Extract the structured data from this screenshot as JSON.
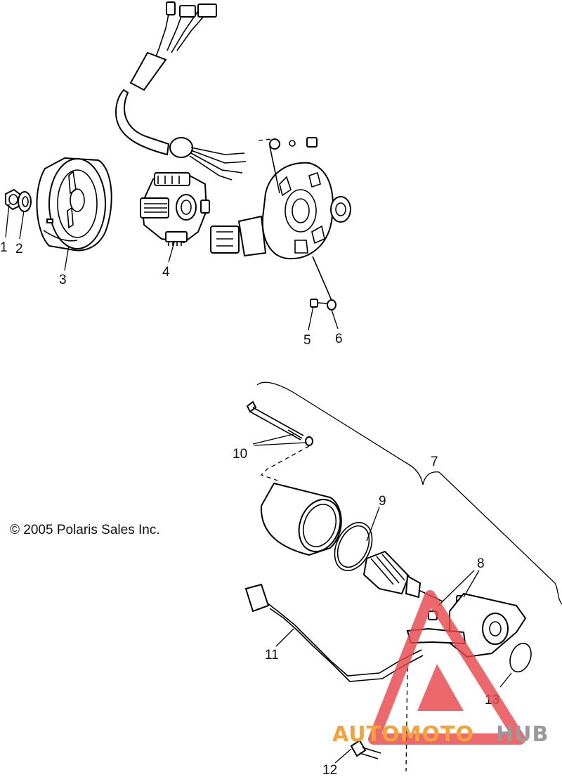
{
  "copyright": "© 2005 Polaris Sales Inc.",
  "watermark": {
    "auto": "AUTOMOTO",
    "hub": "HUB",
    "colors": {
      "triangle": "#e8484d",
      "auto": "#f4a23a",
      "hub": "#9a9a9a"
    }
  },
  "callouts": {
    "c1": "1",
    "c2": "2",
    "c3": "3",
    "c4": "4",
    "c5": "5",
    "c6": "6",
    "c7": "7",
    "c8": "8",
    "c9": "9",
    "c10": "10",
    "c11": "11",
    "c12": "12",
    "c13": "13"
  }
}
